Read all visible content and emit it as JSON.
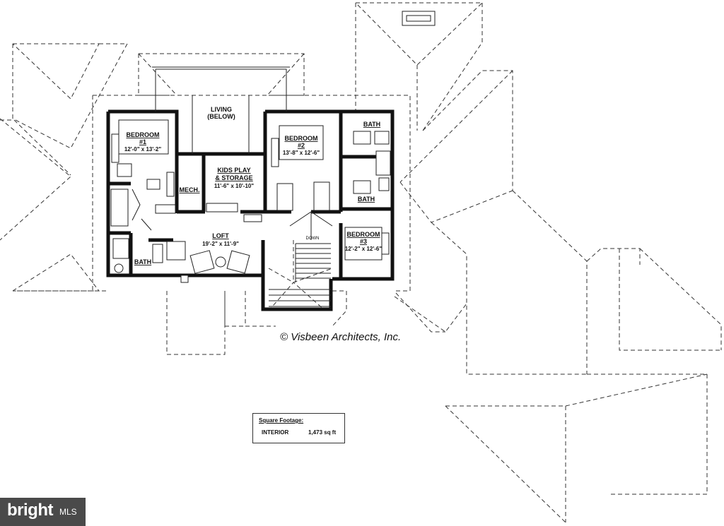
{
  "rooms": {
    "living": {
      "name": "LIVING",
      "sub": "(BELOW)"
    },
    "bedroom1": {
      "name": "BEDROOM",
      "num": "#1",
      "dims": "12'-0\" x 13'-2\""
    },
    "bedroom2": {
      "name": "BEDROOM",
      "num": "#2",
      "dims": "13'-8\" x 12'-6\""
    },
    "bedroom3": {
      "name": "BEDROOM",
      "num": "#3",
      "dims": "12'-2\" x 12'-6\""
    },
    "bath_top": {
      "name": "BATH"
    },
    "bath_mid": {
      "name": "BATH"
    },
    "bath_left": {
      "name": "BATH"
    },
    "mech": {
      "name": "MECH."
    },
    "kids": {
      "name": "KIDS PLAY",
      "name2": "& STORAGE",
      "dims": "11'-6\" x 10'-10\""
    },
    "loft": {
      "name": "LOFT",
      "dims": "19'-2\" x 11'-9\""
    },
    "stair": {
      "label": "DOWN"
    }
  },
  "copyright": "© Visbeen Architects, Inc.",
  "square_footage": {
    "title": "Square Footage:",
    "label": "INTERIOR",
    "value": "1,473 sq ft"
  },
  "watermark": {
    "brand": "bright",
    "suffix": "MLS"
  }
}
